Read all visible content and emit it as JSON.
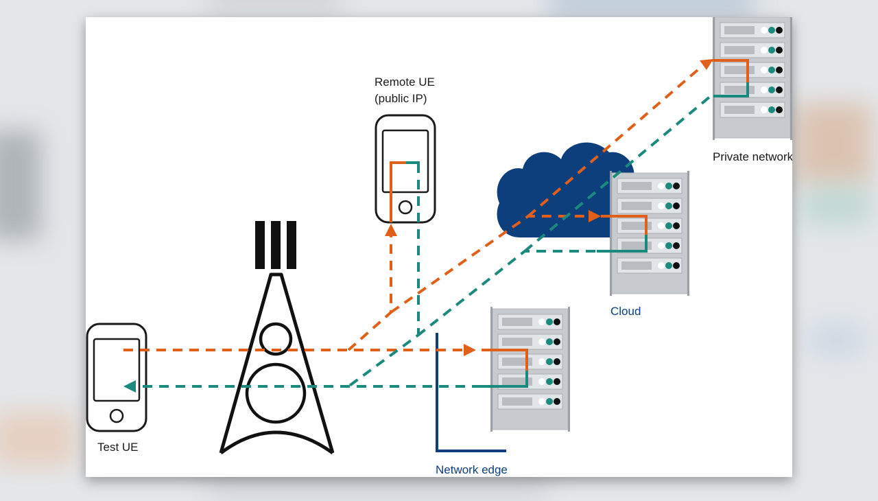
{
  "labels": {
    "remote_ue_line1": "Remote UE",
    "remote_ue_line2": "(public IP)",
    "private_network": "Private network",
    "cloud": "Cloud",
    "test_ue": "Test UE",
    "network_edge": "Network edge"
  },
  "colors": {
    "uplink": "#e0601a",
    "downlink": "#1a8a7e",
    "cloud": "#0c3f7c",
    "device_outline": "#1a1a1a",
    "server": "#c4c8cc",
    "server_slot": "#d8dbde",
    "edge_line": "#0c3f7c"
  }
}
